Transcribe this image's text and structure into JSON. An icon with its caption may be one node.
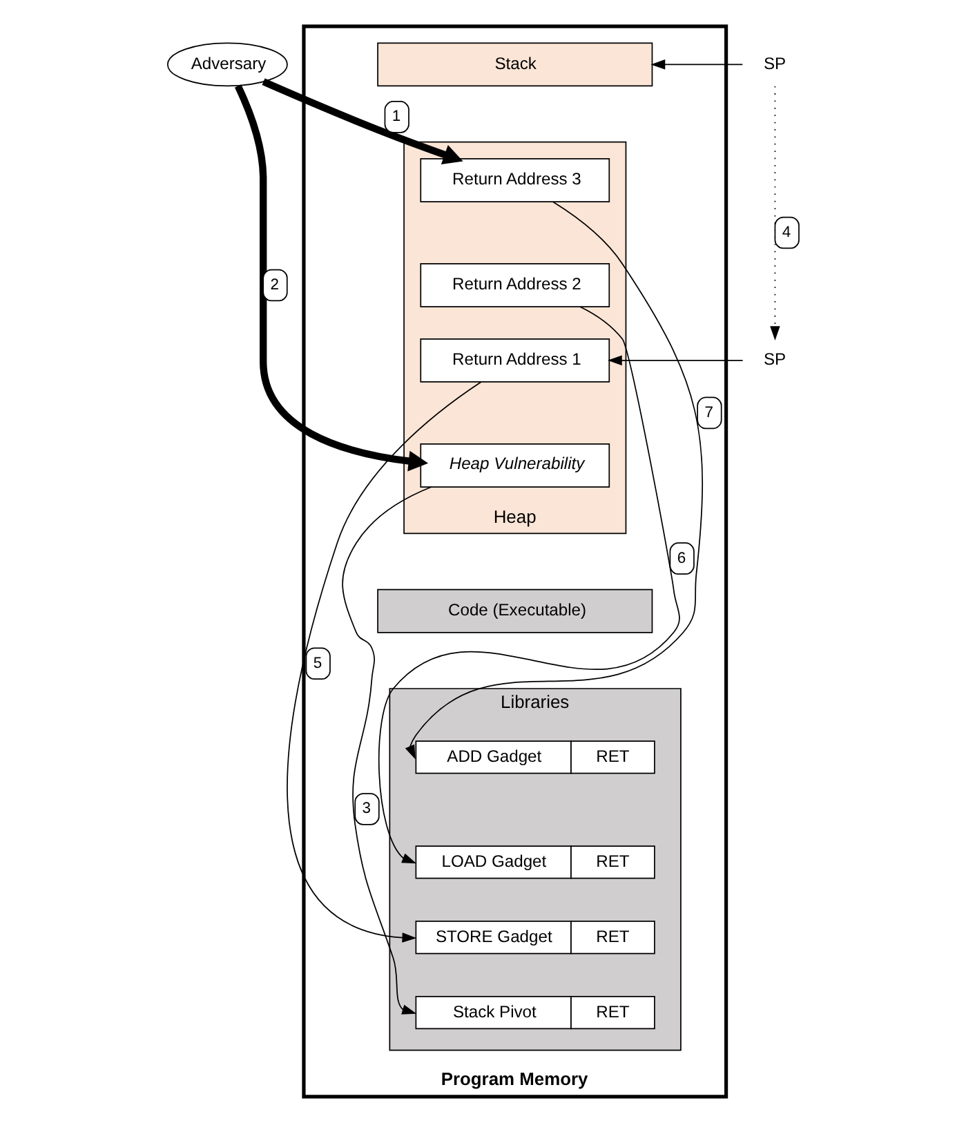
{
  "diagram": {
    "nodes": [
      {
        "text": [
          "Adversary"
        ]
      },
      {
        "text": [
          "Program Memory"
        ]
      },
      {
        "text": [
          "Stack"
        ],
        "in": 1
      },
      {
        "text": [
          "Heap"
        ],
        "in": 1
      },
      {
        "text": [
          "Return Address 3"
        ],
        "in": 3
      },
      {
        "text": [
          "Return Address 2"
        ],
        "in": 3
      },
      {
        "text": [
          "Return Address 1"
        ],
        "in": 3
      },
      {
        "text": [
          "Heap Vulnerability"
        ],
        "in": 3
      },
      {
        "text": [
          "Code (Executable)"
        ],
        "in": 1
      },
      {
        "text": [
          "Libraries"
        ],
        "in": 1
      },
      {
        "text": [
          "ADD Gadget",
          "RET"
        ],
        "in": 9
      },
      {
        "text": [
          "LOAD Gadget",
          "RET"
        ],
        "in": 9
      },
      {
        "text": [
          "STORE Gadget",
          "RET"
        ],
        "in": 9
      },
      {
        "text": [
          "Stack Pivot",
          "RET"
        ],
        "in": 9
      },
      {
        "text": [
          "SP"
        ]
      },
      {
        "text": [
          "SP"
        ]
      }
    ],
    "edges": [
      {
        "from": 0,
        "to": 4,
        "arrow": "to",
        "label": "1",
        "style": "thick"
      },
      {
        "from": 0,
        "to": 7,
        "arrow": "to",
        "label": "2",
        "style": "thick"
      },
      {
        "from": 14,
        "to": 2,
        "arrow": "to"
      },
      {
        "from": 14,
        "to": 15,
        "arrow": "to",
        "label": "4",
        "style": "dashed"
      },
      {
        "from": 15,
        "to": 6,
        "arrow": "to"
      },
      {
        "from": 7,
        "to": 13,
        "arrow": "to",
        "label": "3"
      },
      {
        "from": 6,
        "to": 12,
        "arrow": "to",
        "label": "5"
      },
      {
        "from": 5,
        "to": 11,
        "arrow": "to",
        "label": "6"
      },
      {
        "from": 4,
        "to": 10,
        "arrow": "to",
        "label": "7"
      }
    ]
  }
}
